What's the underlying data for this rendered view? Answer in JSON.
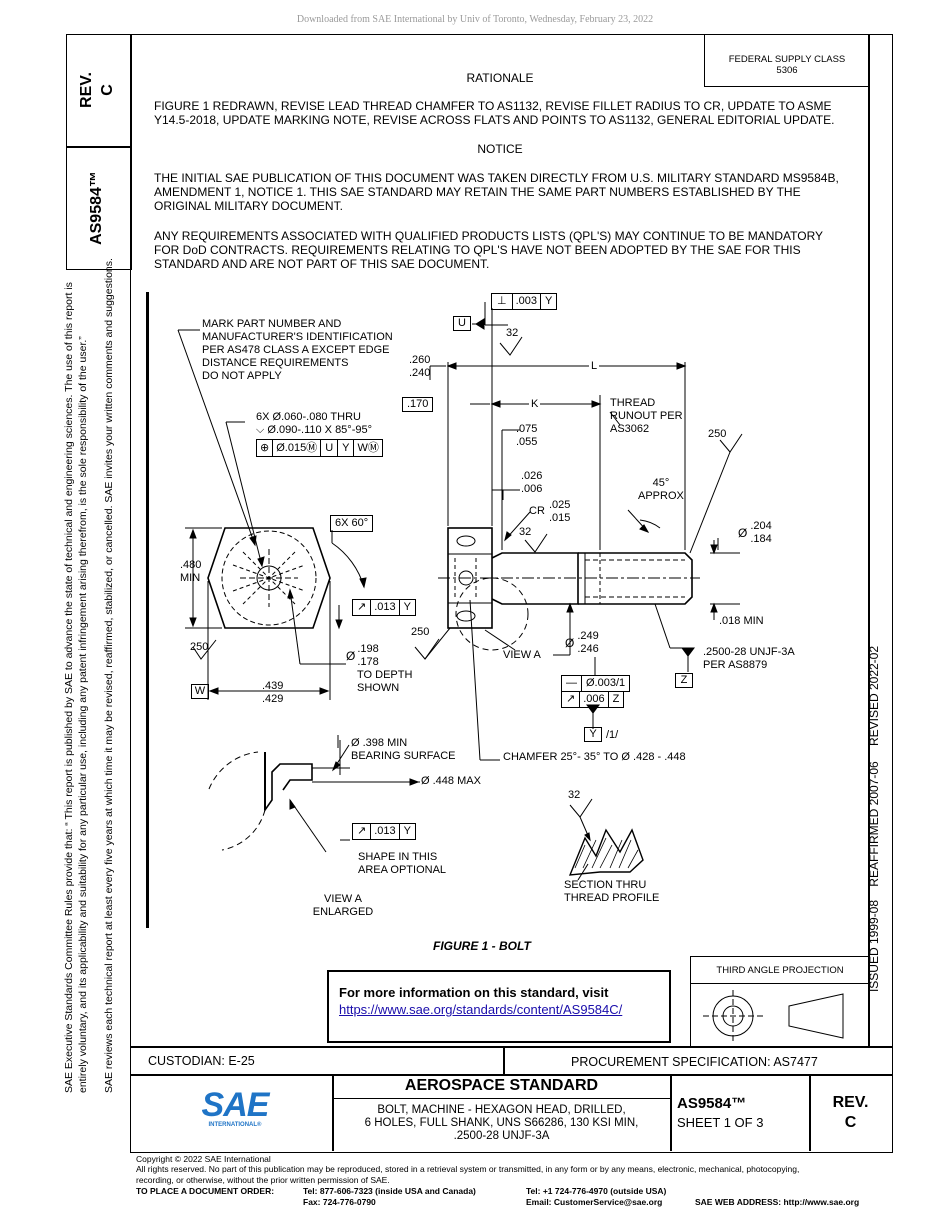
{
  "download_banner": "Downloaded from SAE International by Univ of Toronto, Wednesday, February 23, 2022",
  "side_panel": {
    "rev_label": "REV.",
    "rev_value": "C",
    "doc_number": "AS9584™",
    "disclaimer_1": "SAE Executive Standards Committee Rules provide that: “ This report is published by SAE to advance the state of technical and engineering sciences. The use of this report is",
    "disclaimer_2": "entirely voluntary, and its applicability and suitability for any particular use, including any patent infringement arising therefrom, is the sole responsibility of the user.”",
    "disclaimer_3": "SAE reviews each technical report at least every five years at which time it may be revised, reaffirmed, stabilized, or cancelled. SAE invites your written comments and suggestions."
  },
  "right_strip": {
    "issued": "ISSUED 1999-08",
    "reaffirmed": "REAFFIRMED 2007-06",
    "revised": "REVISED 2022-02"
  },
  "supply_class": {
    "line1": "FEDERAL SUPPLY CLASS",
    "line2": "5306"
  },
  "rationale": {
    "heading": "RATIONALE",
    "text": "FIGURE 1 REDRAWN, REVISE LEAD THREAD CHAMFER TO AS1132, REVISE FILLET RADIUS TO CR, UPDATE TO ASME Y14.5-2018, UPDATE MARKING NOTE, REVISE ACROSS FLATS AND POINTS TO AS1132, GENERAL EDITORIAL UPDATE."
  },
  "notice": {
    "heading": "NOTICE",
    "para1": "THE INITIAL SAE PUBLICATION OF THIS DOCUMENT WAS TAKEN DIRECTLY FROM U.S. MILITARY STANDARD MS9584B, AMENDMENT 1, NOTICE 1. THIS SAE STANDARD MAY RETAIN THE SAME PART NUMBERS ESTABLISHED BY THE ORIGINAL MILITARY DOCUMENT.",
    "para2": "ANY REQUIREMENTS ASSOCIATED WITH QUALIFIED PRODUCTS LISTS (QPL'S) MAY CONTINUE TO BE MANDATORY FOR DoD CONTRACTS. REQUIREMENTS RELATING TO QPL'S HAVE NOT BEEN ADOPTED BY THE SAE FOR THIS STANDARD AND ARE NOT PART OF THIS SAE DOCUMENT."
  },
  "drawing": {
    "mark_note": [
      "MARK PART NUMBER AND",
      "MANUFACTURER'S IDENTIFICATION",
      "PER AS478 CLASS A EXCEPT EDGE",
      "DISTANCE REQUIREMENTS",
      "DO NOT APPLY"
    ],
    "holes_note": [
      "6X Ø.060-.080 THRU",
      "⌵ Ø.090-.110 X 85°-95°"
    ],
    "fcf_pos": [
      "⊕",
      "Ø.015Ⓜ",
      "U",
      "Y",
      "WⓂ"
    ],
    "six_x_60": "6X 60°",
    "dim_480": [
      ".480",
      "MIN"
    ],
    "runout_013": [
      ".013",
      "Y"
    ],
    "fin_250_left": "250",
    "fin_250_mid": "250",
    "fin_250_right": "250",
    "fin_32_top": "32",
    "fin_32_shank": "32",
    "fin_32_section": "32",
    "hole_dia": [
      "Ø",
      ".198",
      ".178",
      "TO DEPTH",
      "SHOWN"
    ],
    "datum_w": "W",
    "datum_u": "U",
    "datum_y": "Y",
    "datum_z": "Z",
    "dim_439": [
      ".439",
      ".429"
    ],
    "perp_fcf": [
      ".003",
      "Y"
    ],
    "dim_260": [
      ".260",
      ".240"
    ],
    "dim_L": "L",
    "dim_170": ".170",
    "dim_K": "K",
    "dim_075": [
      ".075",
      ".055"
    ],
    "dim_026": [
      ".026",
      ".006"
    ],
    "cr_label": "CR",
    "dim_025": [
      ".025",
      ".015"
    ],
    "thread_runout": [
      "THREAD",
      "RUNOUT PER",
      "AS3062"
    ],
    "chamfer_45": [
      "45°",
      "APPROX"
    ],
    "dim_204": [
      "Ø",
      ".204",
      ".184"
    ],
    "dim_018": ".018 MIN",
    "shank_dia": [
      "Ø",
      ".249",
      ".246"
    ],
    "view_a": "VIEW A",
    "straight_fcf": [
      "—",
      "Ø.003/1"
    ],
    "runout_fcf_z": [
      ".006",
      "Z"
    ],
    "thread_note": [
      ".2500-28 UNJF-3A",
      "PER AS8879"
    ],
    "y_note": "/1/",
    "bearing": [
      "Ø .398 MIN",
      "BEARING SURFACE"
    ],
    "chamfer_note": "CHAMFER 25°- 35° TO Ø .428 - .448",
    "max_448": "Ø .448 MAX",
    "runout_013b": [
      ".013",
      "Y"
    ],
    "shape_note": [
      "SHAPE IN THIS",
      "AREA OPTIONAL"
    ],
    "view_a_enlarged": [
      "VIEW A",
      "ENLARGED"
    ],
    "section_note": [
      "SECTION THRU",
      "THREAD PROFILE"
    ],
    "figure_caption": "FIGURE 1 - BOLT"
  },
  "info_box": {
    "text": "For more information on this standard, visit",
    "link": "https://www.sae.org/standards/content/AS9584C/"
  },
  "projection": {
    "label": "THIRD ANGLE PROJECTION"
  },
  "title_block": {
    "custodian": "CUSTODIAN: E-25",
    "procurement": "PROCUREMENT SPECIFICATION: AS7477",
    "logo_text": "SAE",
    "logo_sub": "INTERNATIONAL®",
    "std_type": "AEROSPACE STANDARD",
    "title_line1": "BOLT, MACHINE - HEXAGON HEAD, DRILLED,",
    "title_line2": "6 HOLES, FULL SHANK, UNS S66286, 130 KSI MIN,",
    "title_line3": ".2500-28 UNJF-3A",
    "doc_number": "AS9584™",
    "sheet": "SHEET 1 OF 3",
    "rev_label": "REV.",
    "rev_value": "C"
  },
  "footer": {
    "copyright": "Copyright © 2022 SAE International",
    "rights": "All rights reserved. No part of this publication may be reproduced, stored in a retrieval system or transmitted, in any form or by any means, electronic, mechanical, photocopying,",
    "rights2": "recording, or otherwise, without the prior written permission of SAE.",
    "order_label": "TO PLACE A DOCUMENT ORDER:",
    "tel_us": "Tel: 877-606-7323 (inside USA and Canada)",
    "fax": "Fax: 724-776-0790",
    "tel_out": "Tel: +1 724-776-4970 (outside USA)",
    "email": "Email: CustomerService@sae.org",
    "web": "SAE WEB ADDRESS: http://www.sae.org"
  }
}
